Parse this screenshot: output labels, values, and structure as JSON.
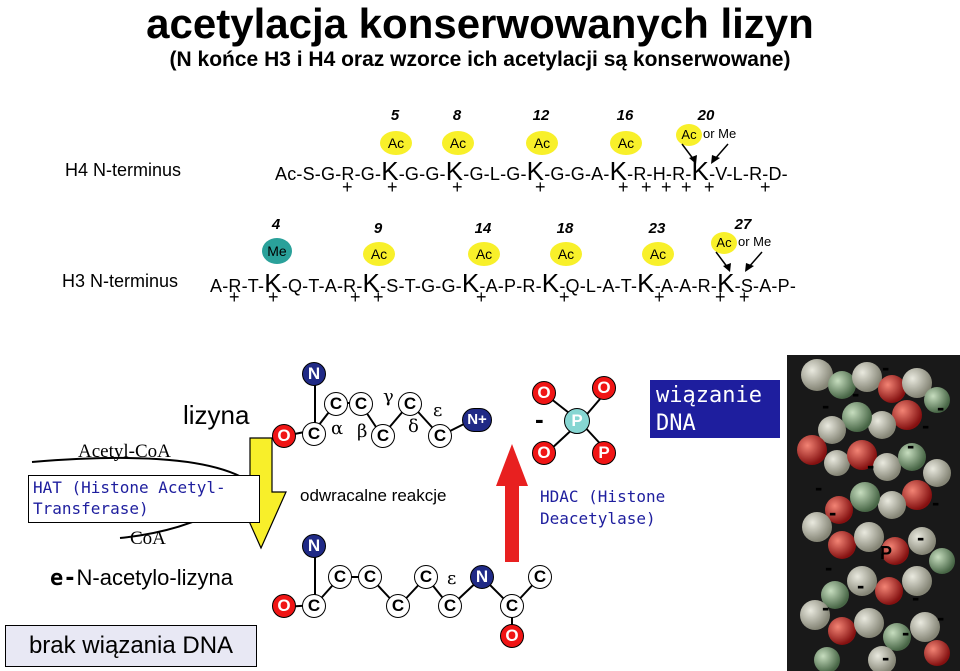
{
  "title": "acetylacja konserwowanych lizyn",
  "subtitle": "(N końce H3 i H4 oraz wzorce ich acetylacji są konserwowane)",
  "colors": {
    "ac_marker": "#f8f02a",
    "me_marker": "#2aa19a",
    "red_atom": "#f01515",
    "blue_atom": "#202a86",
    "arrow_fill": "#f8ef2a",
    "red_arrow": "#e82020",
    "box_blue": "#1e1e9e"
  },
  "h4": {
    "label": "H4 N-terminus",
    "sequence": [
      "Ac-S-G-R-G-",
      "K",
      "-G-G-",
      "K",
      "-G-L-G-",
      "K",
      "-G-G-A-",
      "K",
      "-R-H-R-",
      "K",
      "-V-L-R-D-"
    ],
    "positions": [
      "5",
      "8",
      "12",
      "16",
      "20"
    ],
    "marks": [
      "Ac",
      "Ac",
      "Ac",
      "Ac"
    ],
    "last_mark_ac": "Ac",
    "last_mark_or": "or Me",
    "plus": "+"
  },
  "h3": {
    "label": "H3 N-terminus",
    "sequence": [
      "A-R-T-",
      "K",
      "-Q-T-A-R-",
      "K",
      "-S-T-G-G-",
      "K",
      "-A-P-R-",
      "K",
      "-Q-L-A-T-",
      "K",
      "-A-A-R-",
      "K",
      "-S-A-P-"
    ],
    "positions": [
      "4",
      "9",
      "14",
      "18",
      "23",
      "27"
    ],
    "me_mark": "Me",
    "marks": [
      "Ac",
      "Ac",
      "Ac",
      "Ac"
    ],
    "last_mark_ac": "Ac",
    "last_mark_or": "or Me",
    "plus": "+"
  },
  "pathway": {
    "lizyna": "lizyna",
    "acetyl_coa": "Acetyl-CoA",
    "hat": "HAT (Histone Acetyl-Transferase)",
    "coa": "CoA",
    "product_prefix": "e-",
    "product": "N-acetylo-lizyna",
    "no_binding": "brak wiązania DNA",
    "reversible": "odwracalne reakcje",
    "hdac": "HDAC (Histone Deacetylase)",
    "binding": "wiązanie DNA"
  },
  "molecule_top": {
    "atoms": [
      "N",
      "O",
      "C",
      "C",
      "C",
      "C",
      "C",
      "C",
      "N+"
    ],
    "greek": [
      "α",
      "β",
      "γ",
      "δ",
      "ε"
    ]
  },
  "molecule_bottom": {
    "atoms": [
      "N",
      "O",
      "C",
      "C",
      "C",
      "C",
      "C",
      "C",
      "C",
      "N",
      "C",
      "C",
      "O"
    ],
    "greek": [
      "ε"
    ]
  },
  "phosphate": {
    "atoms": [
      "O",
      "O",
      "O",
      "P"
    ],
    "minus": "-"
  },
  "dna": {
    "minus": "-",
    "p_label": "P"
  }
}
